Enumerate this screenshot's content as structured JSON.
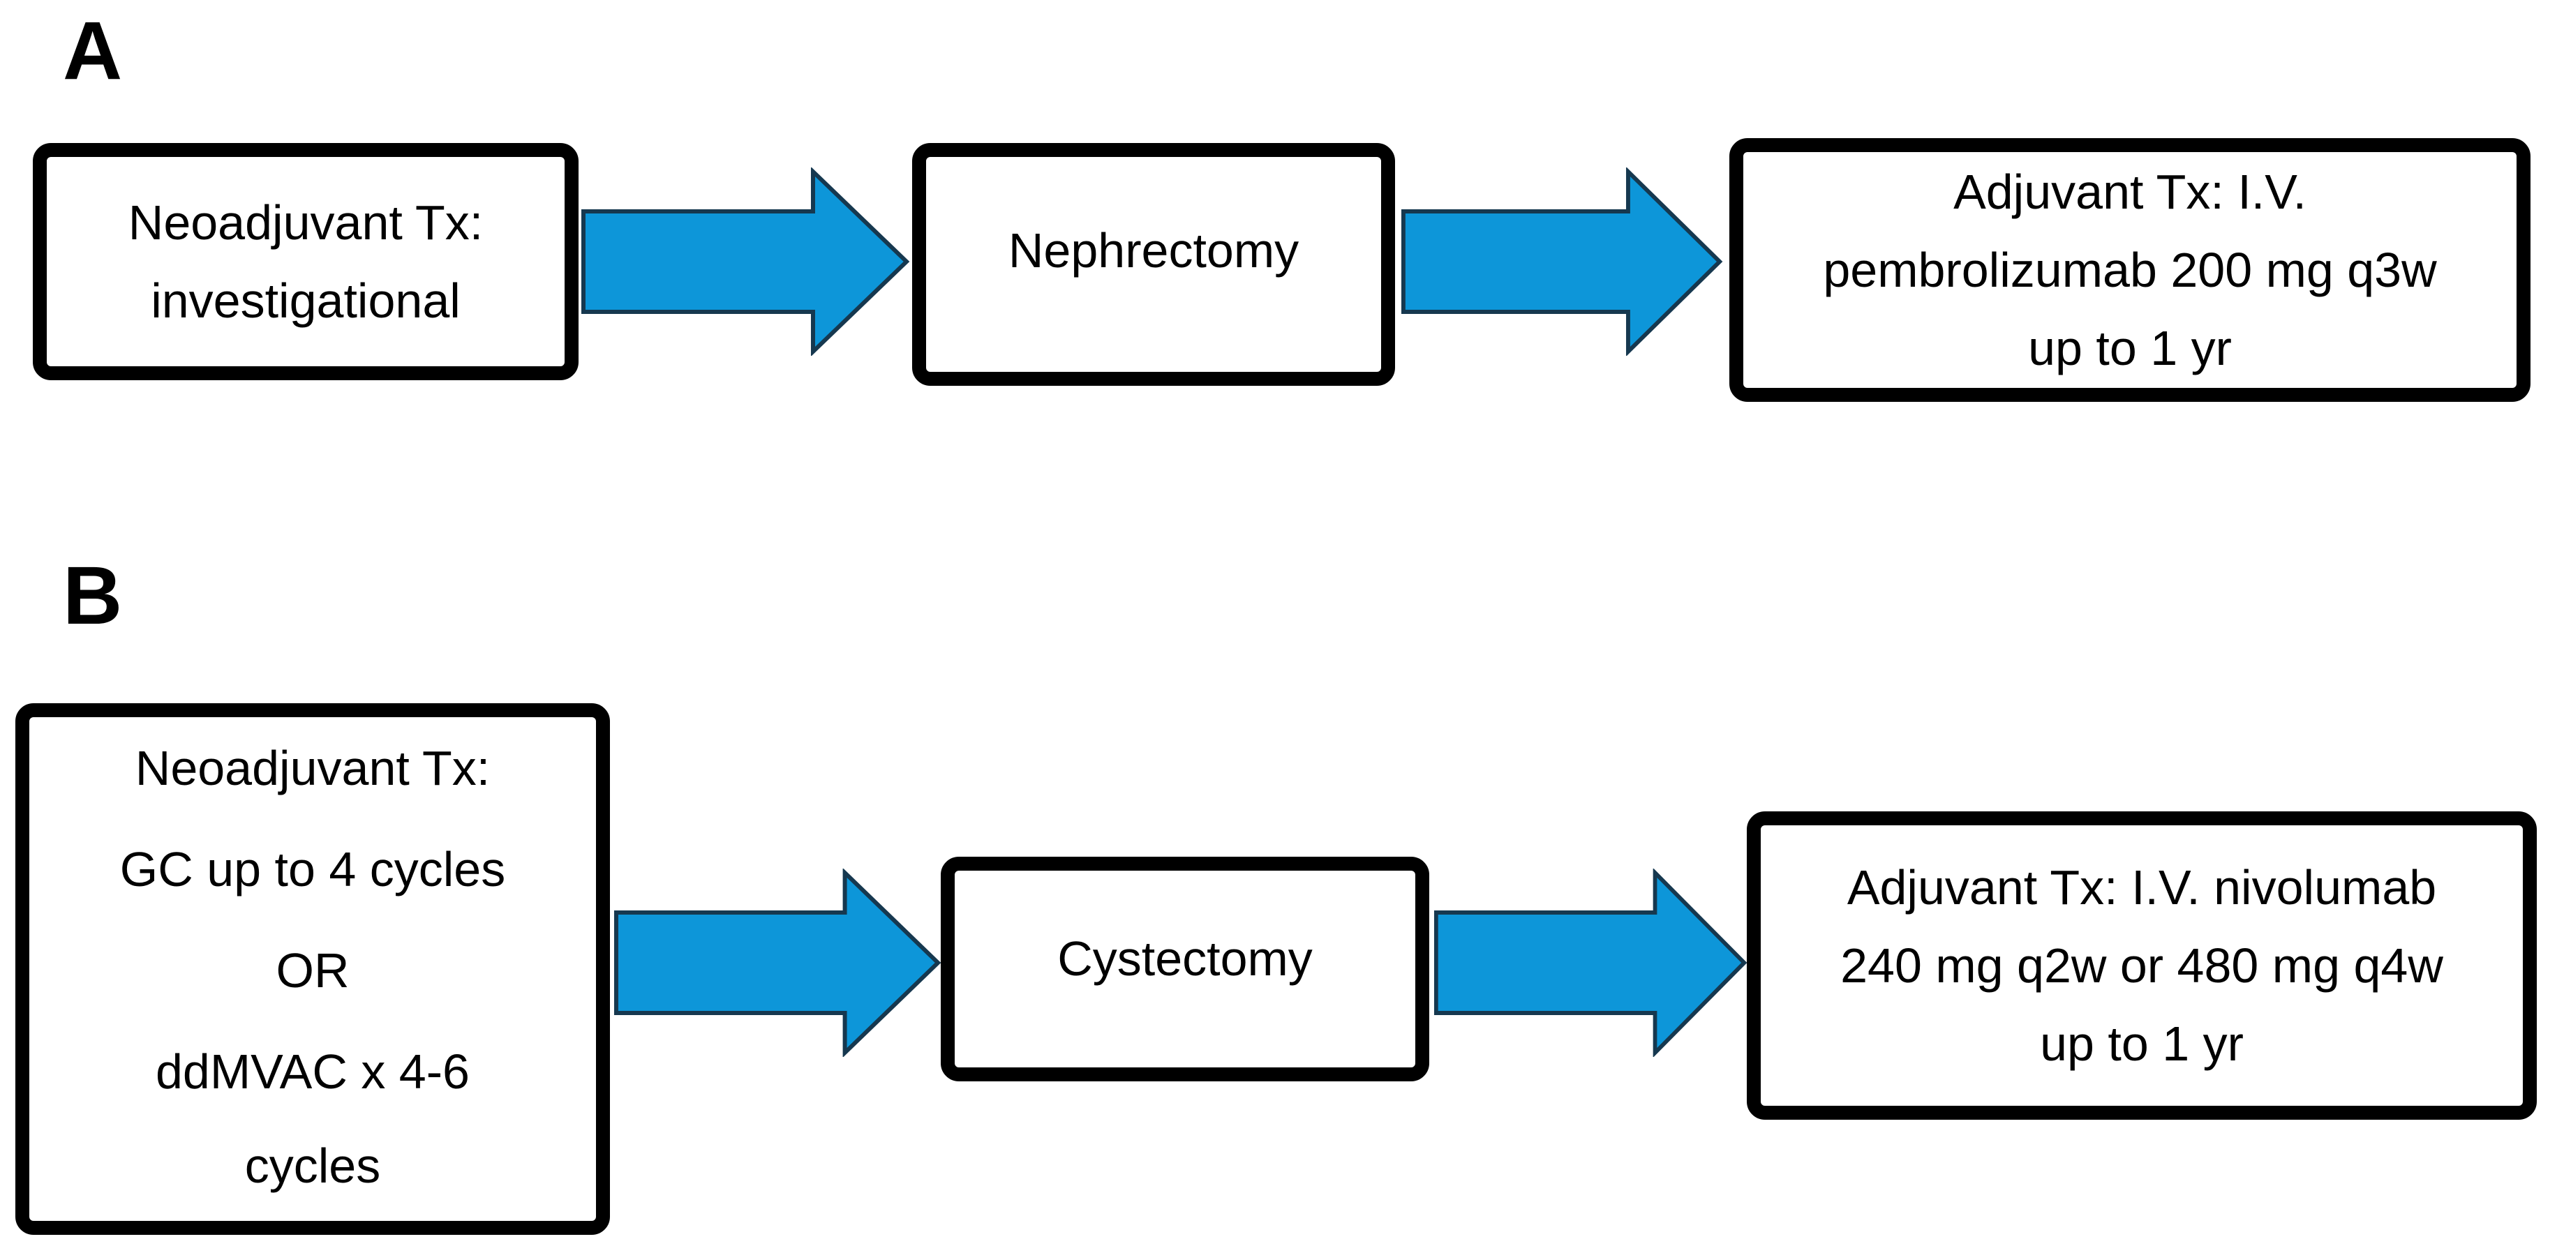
{
  "colors": {
    "background": "#ffffff",
    "text_color": "#000000",
    "box_border": "#000000",
    "arrow_fill": "#0d96d9",
    "arrow_stroke": "#16384f"
  },
  "panel_a": {
    "label": "A",
    "box_neoadjuvant": {
      "lines": [
        "Neoadjuvant Tx:",
        "investigational"
      ]
    },
    "box_surgery": {
      "lines": [
        "Nephrectomy"
      ]
    },
    "box_adjuvant": {
      "lines": [
        "Adjuvant Tx: I.V.",
        "pembrolizumab 200 mg q3w",
        "up to 1 yr"
      ]
    }
  },
  "panel_b": {
    "label": "B",
    "box_neoadjuvant": {
      "lines": [
        "Neoadjuvant Tx:",
        "GC up to 4 cycles",
        "OR",
        "ddMVAC x 4-6",
        "cycles"
      ]
    },
    "box_surgery": {
      "lines": [
        "Cystectomy"
      ]
    },
    "box_adjuvant": {
      "lines": [
        "Adjuvant Tx: I.V. nivolumab",
        "240 mg q2w or 480 mg q4w",
        "up to 1 yr"
      ]
    }
  }
}
